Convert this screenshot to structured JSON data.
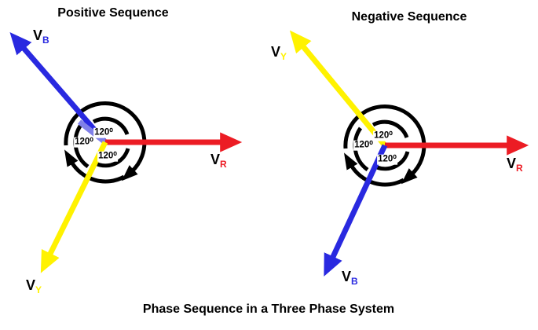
{
  "caption": "Phase Sequence in a Three Phase System",
  "colors": {
    "red": "#EC1C24",
    "blue": "#2929E0",
    "blue_light": "#8080E8",
    "yellow": "#FFF200",
    "arc_black": "#000000"
  },
  "diagrams": [
    {
      "id": "positive",
      "title": "Positive Sequence",
      "phasors": [
        {
          "main": "V",
          "sub": "B",
          "color": "#2929E0"
        },
        {
          "main": "V",
          "sub": "R",
          "color": "#EC1C24"
        },
        {
          "main": "V",
          "sub": "Y",
          "color": "#FFF200"
        }
      ],
      "angles": [
        "120⁰",
        "120⁰",
        "120⁰"
      ]
    },
    {
      "id": "negative",
      "title": "Negative Sequence",
      "phasors": [
        {
          "main": "V",
          "sub": "Y",
          "color": "#FFF200"
        },
        {
          "main": "V",
          "sub": "R",
          "color": "#EC1C24"
        },
        {
          "main": "V",
          "sub": "B",
          "color": "#2929E0"
        }
      ],
      "angles": [
        "120⁰",
        "120⁰",
        "120⁰"
      ]
    }
  ]
}
